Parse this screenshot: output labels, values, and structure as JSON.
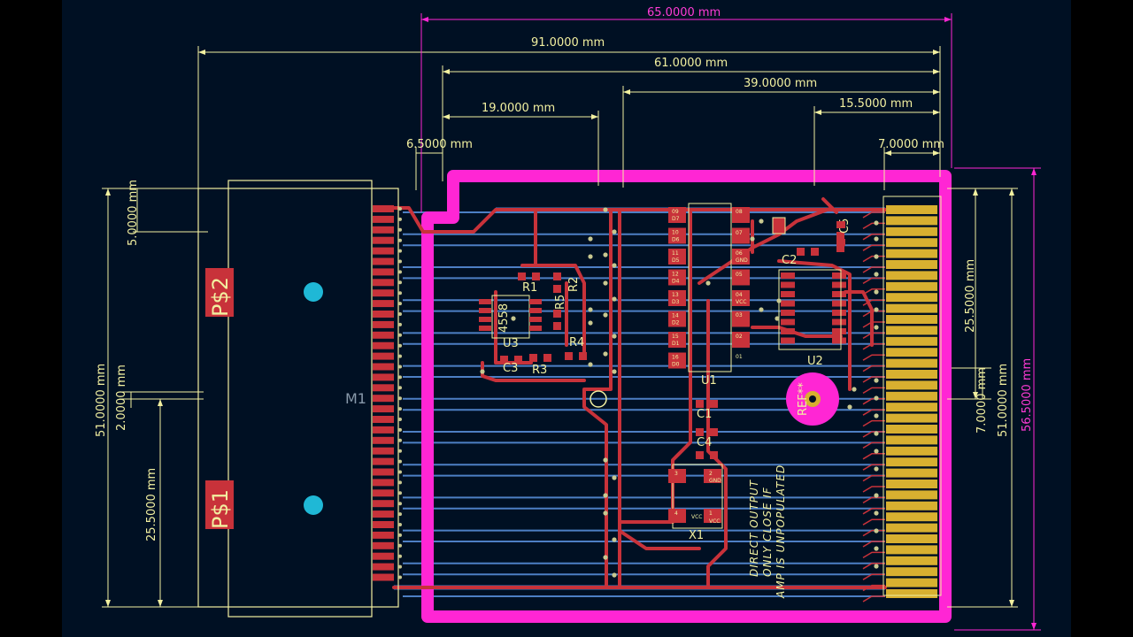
{
  "dimensions": {
    "d65": "65.0000 mm",
    "d91": "91.0000 mm",
    "d61": "61.0000 mm",
    "d39": "39.0000 mm",
    "d19": "19.0000 mm",
    "d15_5": "15.5000 mm",
    "d6_5": "6.5000 mm",
    "d7": "7.0000 mm",
    "d5": "5.0000 mm",
    "d51_left": "51.0000 mm",
    "d2": "2.0000 mm",
    "d25_5_left": "25.5000 mm",
    "d25_5_right": "25.5000 mm",
    "d7_right": "7.0000 mm",
    "d51_right": "51.0000 mm",
    "d56_5": "56.5000 mm"
  },
  "references": {
    "ps2": "P$2",
    "ps1": "P$1",
    "m1": "M1",
    "u1": "U1",
    "u2": "U2",
    "u3": "U3",
    "r1": "R1",
    "r2": "R2",
    "r3": "R3",
    "r4": "R4",
    "r5": "R5",
    "c1": "C1",
    "c2": "C2",
    "c3": "C3",
    "c4": "C4",
    "c5": "C5",
    "x1": "X1",
    "chip_4558": "4558",
    "ref_star": "REF**"
  },
  "note_lines": [
    "DIRECT OUTPUT",
    "ONLY CLOSE IF",
    "AMP IS UNPOPULATED"
  ],
  "u1_left_pins": [
    "09",
    "D7",
    "10",
    "D6",
    "11",
    "D5",
    "12",
    "D4",
    "13",
    "D3",
    "14",
    "D2",
    "15",
    "D1",
    "16",
    "D0"
  ],
  "u1_right_pins": [
    "08",
    "07",
    "06",
    "GND",
    "05",
    "04",
    "VCC",
    "03",
    "02",
    "01"
  ],
  "x1_pins": [
    "3",
    "2",
    "GND",
    "4",
    "VCC",
    "1",
    "VCC"
  ],
  "net_labels": [
    "GND",
    "GND",
    "VCC",
    "VCC",
    "VCC",
    "GND",
    "GND"
  ],
  "colors": {
    "background": "#001023",
    "front_copper": "#c8323a",
    "back_copper": "#4d7fc4",
    "silkscreen": "#f2f0a0",
    "board_edge": "#ff26d4",
    "gold_fingers": "#d8b030",
    "via": "#c8c890",
    "mount_hole": "#1fb8d6"
  }
}
